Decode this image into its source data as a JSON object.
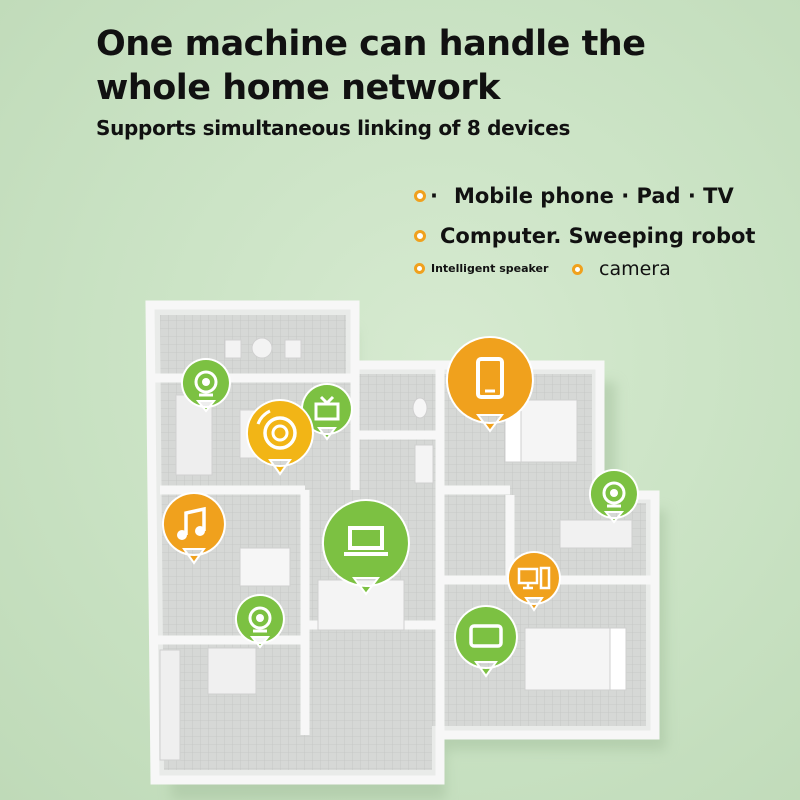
{
  "headline": {
    "line1": "One machine can handle the",
    "line2": "whole home network"
  },
  "subheadline": "Supports simultaneous linking of 8 devices",
  "features": {
    "row1": "Mobile phone · Pad · TV",
    "row2": "Computer. Sweeping robot",
    "row3_speaker": "Intelligent speaker",
    "row3_camera": "camera"
  },
  "colors": {
    "background": "#c9e2c3",
    "orange": "#f0a11d",
    "yellow": "#f2b516",
    "green": "#7cc142",
    "walls": "#f4f4f4",
    "floor": "#d3d5d3"
  },
  "device_icons": [
    "camera-icon",
    "tv-icon",
    "sweeping-robot-icon",
    "mobile-phone-icon",
    "music-speaker-icon",
    "laptop-icon",
    "camera-icon",
    "computer-icon",
    "tablet-icon",
    "camera-icon"
  ]
}
